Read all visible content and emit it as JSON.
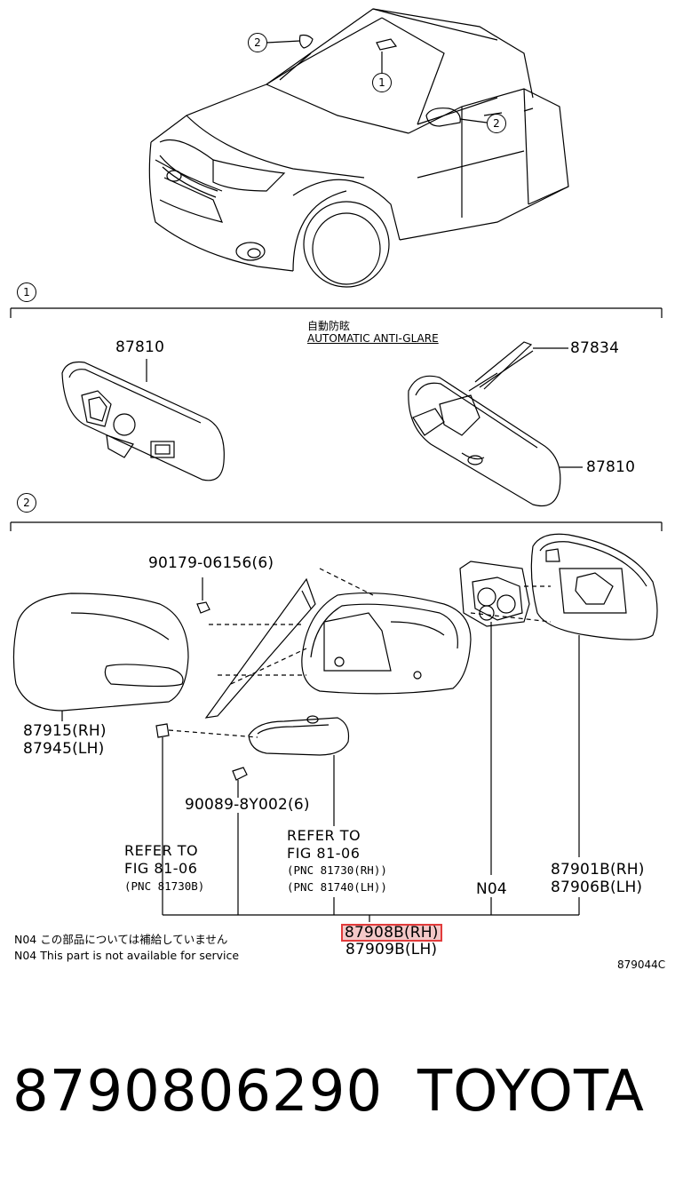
{
  "callouts": {
    "car_top_left": "2",
    "car_mirror_inner": "1",
    "car_mirror_outer": "2",
    "section_1": "1",
    "section_2": "2"
  },
  "section1": {
    "label_jp": "自動防眩",
    "label_en": "AUTOMATIC ANTI-GLARE",
    "part_left": "87810",
    "part_right_top": "87834",
    "part_right_bottom": "87810"
  },
  "section2": {
    "bolt_top": "90179-06156(6)",
    "cover_rh": "87915(RH)",
    "cover_lh": "87945(LH)",
    "screw": "90089-8Y002(6)",
    "refer_left": [
      "REFER TO",
      "FIG 81-06",
      "(PNC 81730B)"
    ],
    "refer_mid": [
      "REFER TO",
      "FIG 81-06",
      "(PNC 81730(RH))",
      "(PNC 81740(LH))"
    ],
    "n04": "N04",
    "glass_rh": "87901B(RH)",
    "glass_lh": "87906B(LH)",
    "assembly_rh": "87908B(RH)",
    "assembly_lh": "87909B(LH)"
  },
  "notes": {
    "jp": "N04 この部品については補給していません",
    "en": "N04 This part is not available for service"
  },
  "figure_id": "879044C",
  "footer": {
    "part_number": "8790806290",
    "brand": "TOYOTA"
  },
  "colors": {
    "highlight": "#e23b3b",
    "highlight_fill": "#f3c8c8"
  }
}
